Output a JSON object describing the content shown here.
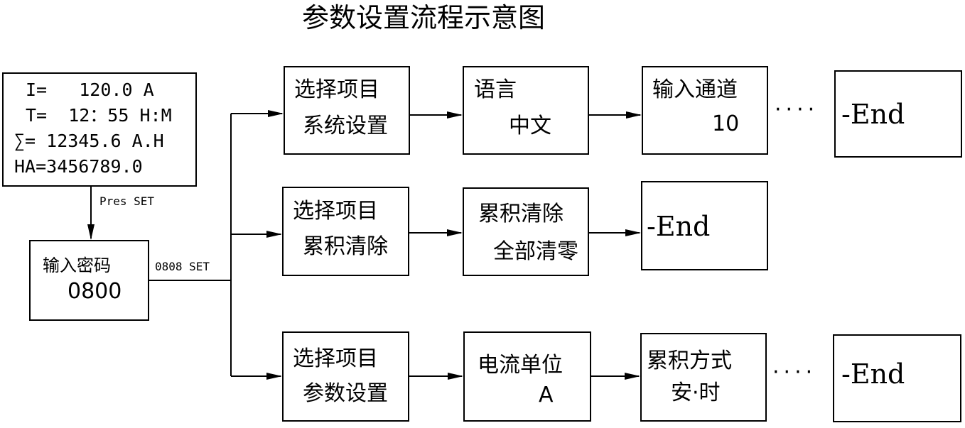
{
  "title": "参数设置流程示意图",
  "display": {
    "line1": "I=   120.0 A",
    "line2": "T=  12：55 H:M",
    "line3": "∑= 12345.6 A.H",
    "line4": "HA=3456789.0"
  },
  "arrow_labels": {
    "pres_set": "Pres SET",
    "code_set": "0808 SET"
  },
  "password": {
    "label": "输入密码",
    "value": "0800"
  },
  "row1": {
    "select": {
      "l1": "选择项目",
      "l2": "系统设置"
    },
    "b2": {
      "l1": "语言",
      "l2": "中文"
    },
    "b3": {
      "l1": "输入通道",
      "l2": "10"
    },
    "dots": "····",
    "end": "-End"
  },
  "row2": {
    "select": {
      "l1": "选择项目",
      "l2": "累积清除"
    },
    "b2": {
      "l1": "累积清除",
      "l2": "全部清零"
    },
    "end": "-End"
  },
  "row3": {
    "select": {
      "l1": "选择项目",
      "l2": "参数设置"
    },
    "b2": {
      "l1": "电流单位",
      "l2": "A"
    },
    "b3": {
      "l1": "累积方式",
      "l2": "安·时"
    },
    "dots": "····",
    "end": "-End"
  }
}
